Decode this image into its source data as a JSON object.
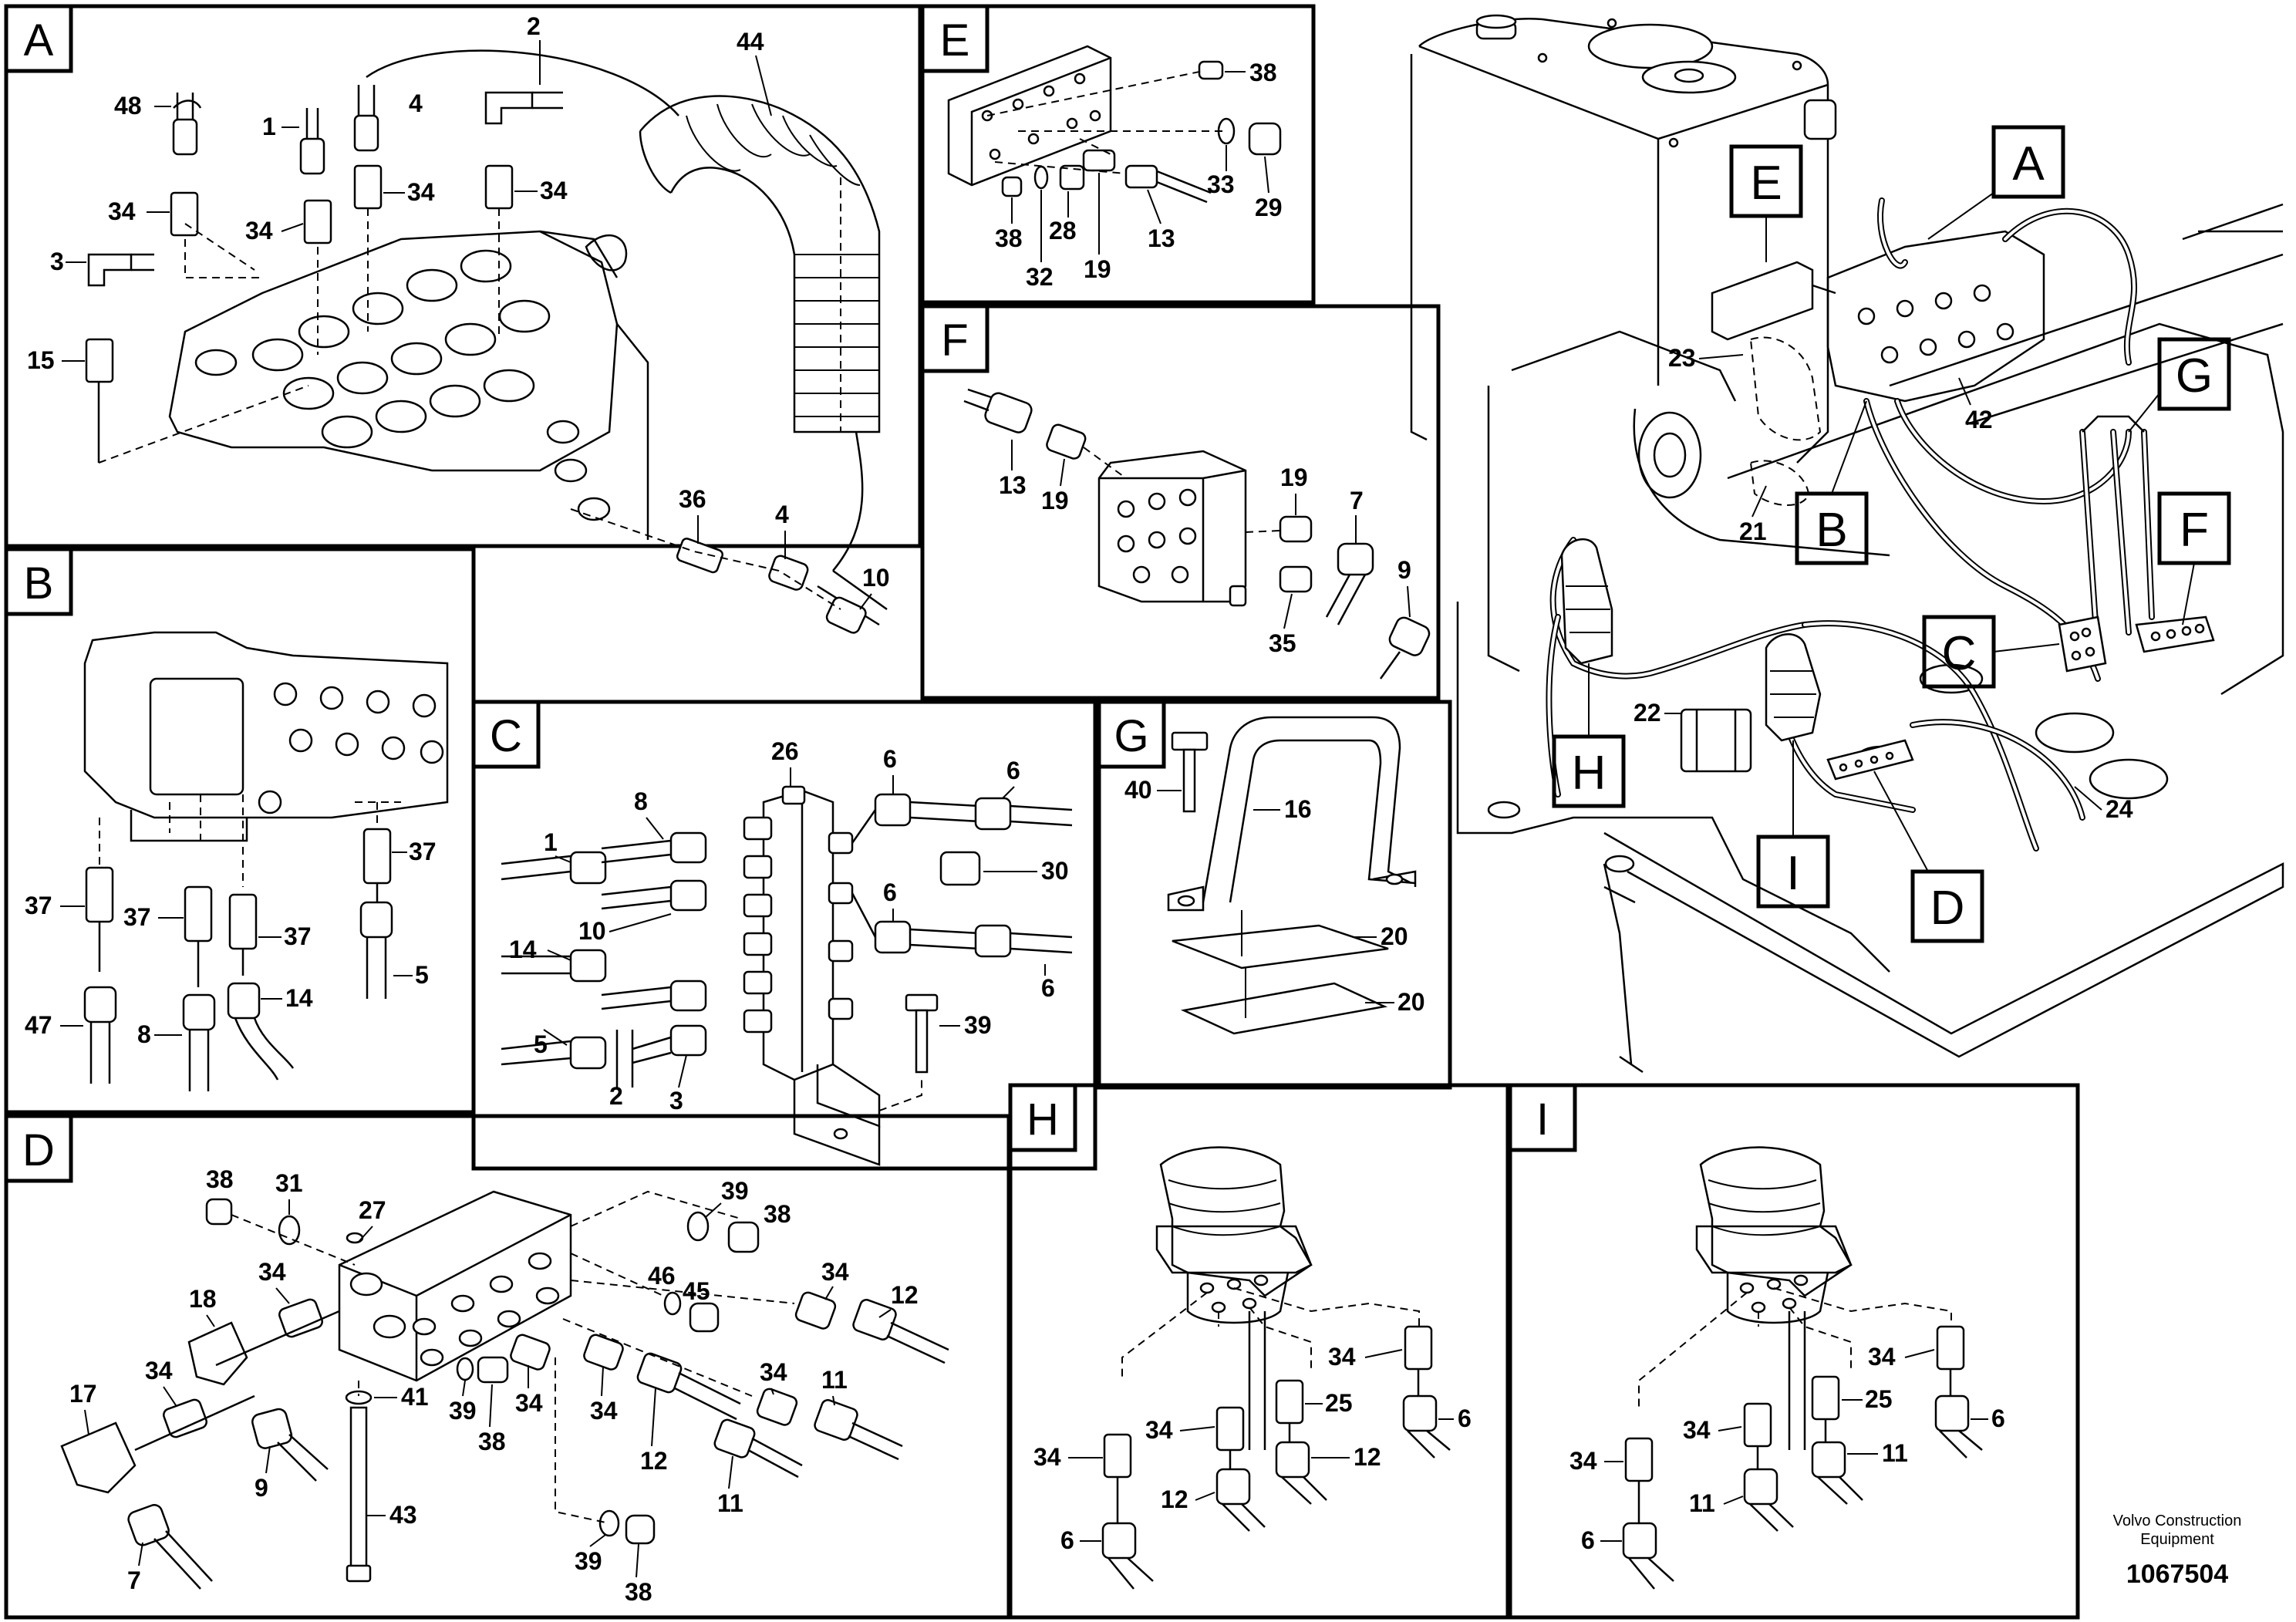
{
  "panels": {
    "A": {
      "letter": "A",
      "labels": [
        "48",
        "1",
        "4",
        "2",
        "44",
        "34",
        "34",
        "34",
        "34",
        "3",
        "15",
        "36",
        "4",
        "10"
      ]
    },
    "B": {
      "letter": "B",
      "labels": [
        "37",
        "37",
        "37",
        "37",
        "47",
        "8",
        "14",
        "5"
      ]
    },
    "C": {
      "letter": "C",
      "labels": [
        "26",
        "6",
        "6",
        "8",
        "1",
        "10",
        "30",
        "6",
        "14",
        "6",
        "5",
        "39",
        "2",
        "3"
      ]
    },
    "D": {
      "letter": "D",
      "labels": [
        "38",
        "31",
        "27",
        "39",
        "38",
        "18",
        "34",
        "46",
        "45",
        "34",
        "12",
        "17",
        "34",
        "34",
        "39",
        "34",
        "34",
        "11",
        "9",
        "41",
        "38",
        "12",
        "11",
        "43",
        "7",
        "39",
        "38"
      ]
    },
    "E": {
      "letter": "E",
      "labels": [
        "38",
        "33",
        "29",
        "38",
        "28",
        "19",
        "13",
        "32"
      ]
    },
    "F": {
      "letter": "F",
      "labels": [
        "13",
        "19",
        "19",
        "7",
        "9",
        "35"
      ]
    },
    "G": {
      "letter": "G",
      "labels": [
        "40",
        "16",
        "20",
        "20"
      ]
    },
    "H": {
      "letter": "H",
      "labels": [
        "34",
        "34",
        "25",
        "6",
        "34",
        "12",
        "12",
        "6"
      ]
    },
    "I": {
      "letter": "I",
      "labels": [
        "34",
        "34",
        "25",
        "6",
        "34",
        "11",
        "11",
        "6"
      ]
    }
  },
  "overview": {
    "callouts": [
      "E",
      "A",
      "G",
      "B",
      "F",
      "C",
      "H",
      "I",
      "D"
    ],
    "labels": [
      "23",
      "42",
      "21",
      "22",
      "24"
    ]
  },
  "footer": {
    "company": "Volvo Construction",
    "company2": "Equipment",
    "doc_number": "1067504"
  }
}
